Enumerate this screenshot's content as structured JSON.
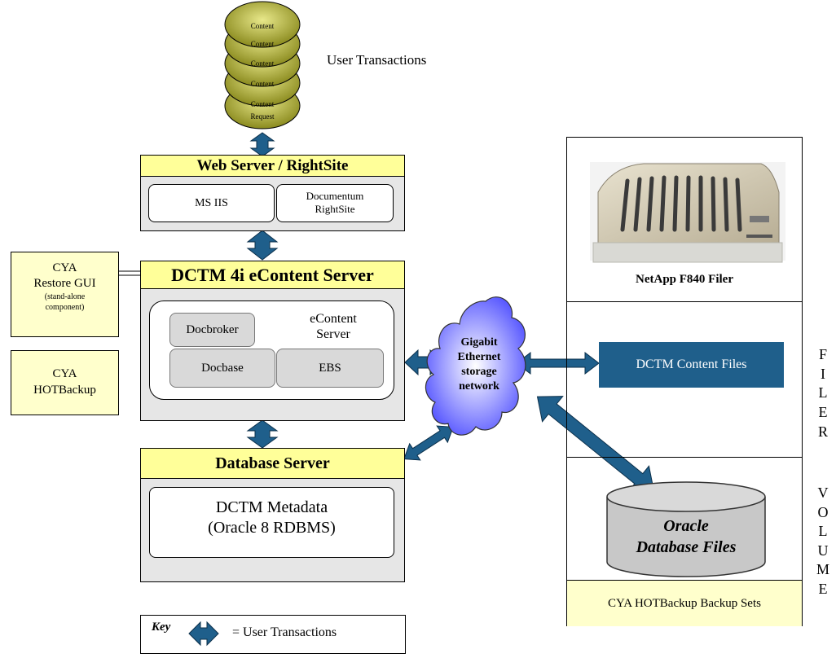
{
  "colors": {
    "header_yellow": "#ffff99",
    "arrow_blue": "#1f5f8b",
    "content_box": "#1f5f8b",
    "cloud_blue": "#6f6fff",
    "disk_gray": "#c8c8c8",
    "content_stack": "#9c9c2c"
  },
  "user_transactions": {
    "stack_items": [
      "Content",
      "Content",
      "Content",
      "Content"
    ],
    "request_line1": "Content",
    "request_line2": "Request",
    "label": "User Transactions"
  },
  "web_server": {
    "title": "Web Server / RightSite",
    "ms_iis": "MS IIS",
    "rightsite_line1": "Documentum",
    "rightsite_line2": "RightSite"
  },
  "econtent_server": {
    "title": "DCTM 4i eContent Server",
    "docbroker": "Docbroker",
    "docbase": "Docbase",
    "label_line1": "eContent",
    "label_line2": "Server",
    "ebs": "EBS"
  },
  "cya_restore": {
    "line1": "CYA",
    "line2": "Restore GUI",
    "line3": "(stand-alone",
    "line4": "component)"
  },
  "cya_hotbackup": {
    "line1": "CYA",
    "line2": "HOTBackup"
  },
  "database_server": {
    "title": "Database Server",
    "line1": "DCTM Metadata",
    "line2": "(Oracle 8 RDBMS)"
  },
  "network": {
    "line1": "Gigabit",
    "line2": "Ethernet",
    "line3": "storage",
    "line4": "network"
  },
  "filer": {
    "name": "NetApp F840 Filer",
    "content_files": "DCTM Content Files",
    "db_line1": "Oracle",
    "db_line2": "Database Files",
    "backup_sets": "CYA HOTBackup Backup Sets",
    "vertical_filer": [
      "F",
      "I",
      "L",
      "E",
      "R"
    ],
    "vertical_volume": [
      "V",
      "O",
      "L",
      "U",
      "M",
      "E"
    ]
  },
  "key": {
    "title": "Key",
    "label": "= User Transactions"
  }
}
